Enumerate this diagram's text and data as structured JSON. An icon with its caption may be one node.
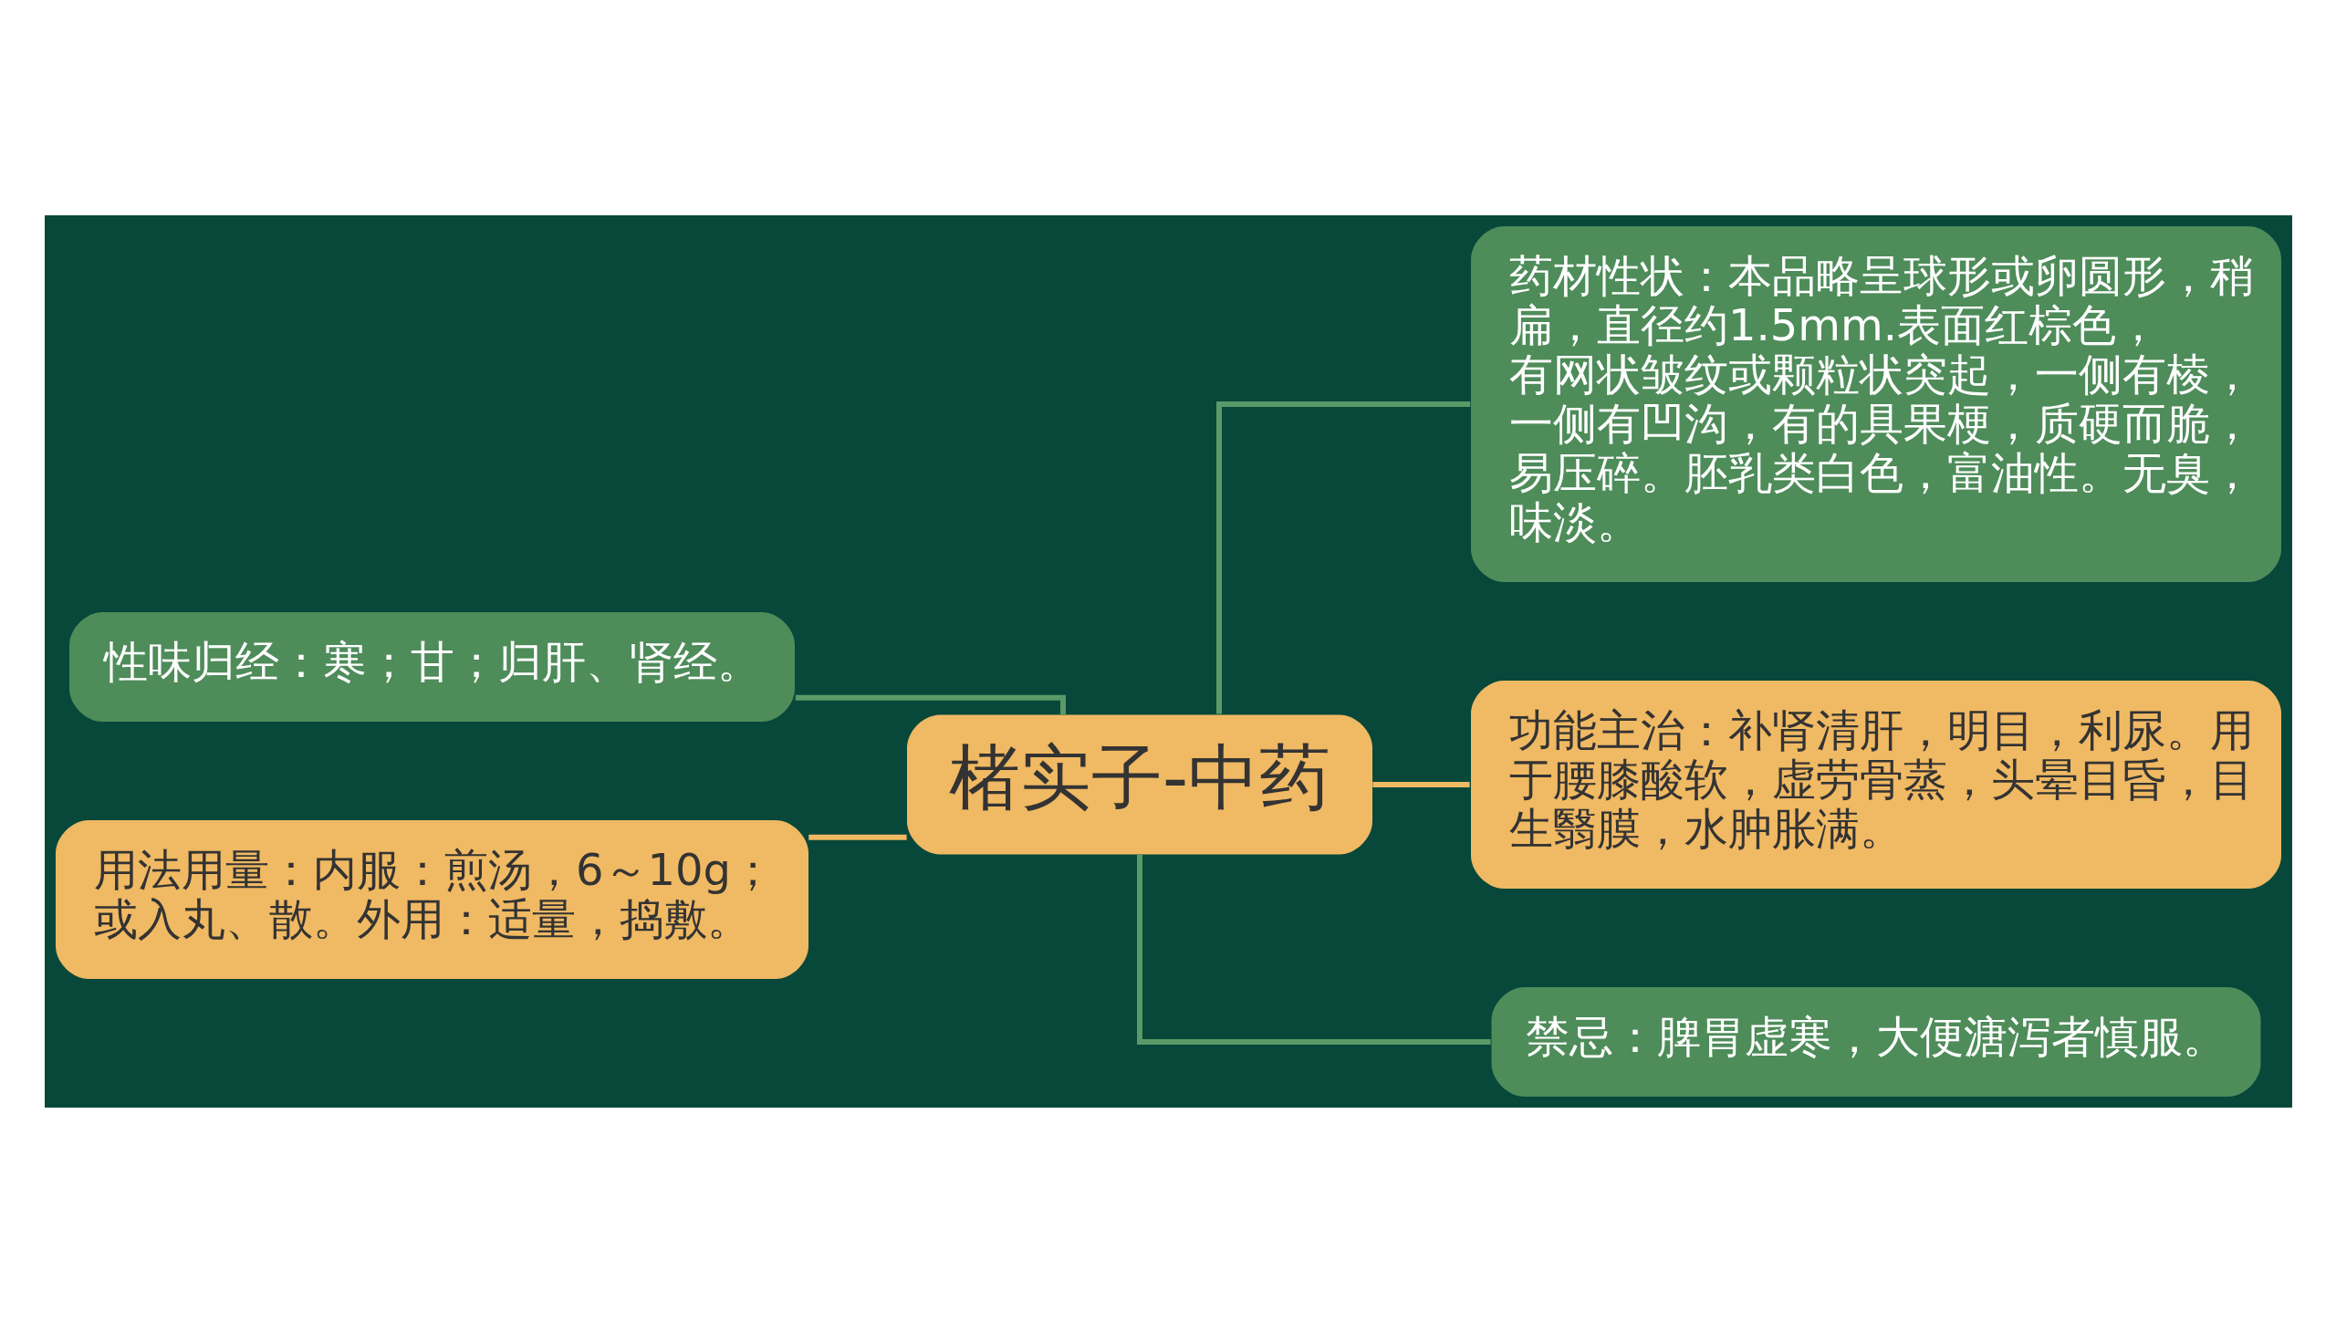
{
  "diagram": {
    "nodes": [
      {
        "text": [
          "性味归经：寒；甘；归肝、肾经。"
        ]
      },
      {
        "text": [
          "用法用量：内服：煎汤，6～10g；或入丸、散。外用：适量，捣敷。"
        ]
      },
      {
        "text": [
          "楮实子-中药"
        ]
      },
      {
        "text": [
          "药材性状：本品略呈球形或卵圆形，稍扁，直径约1.5mm.表面红棕色，有网状皱纹或颗粒状突起，一侧有棱，一侧有凹沟，有的具果梗，质硬而脆，易压碎。胚乳类白色，富油性。无臭，味淡。"
        ]
      },
      {
        "text": [
          "功能主治：补肾清肝，明目，利尿。用于腰膝酸软，虚劳骨蒸，头晕目昏，目生翳膜，水肿胀满。"
        ]
      },
      {
        "text": [
          "禁忌：脾胃虚寒，大便溏泻者慎服。"
        ]
      }
    ],
    "edges": [
      {
        "from": 0,
        "to": 2,
        "arrow": "none"
      },
      {
        "from": 1,
        "to": 2,
        "arrow": "none",
        "color": "#f0b963"
      },
      {
        "from": 2,
        "to": 3,
        "arrow": "none"
      },
      {
        "from": 2,
        "to": 4,
        "arrow": "none",
        "color": "#f0b963"
      },
      {
        "from": 2,
        "to": 5,
        "arrow": "none"
      }
    ]
  }
}
